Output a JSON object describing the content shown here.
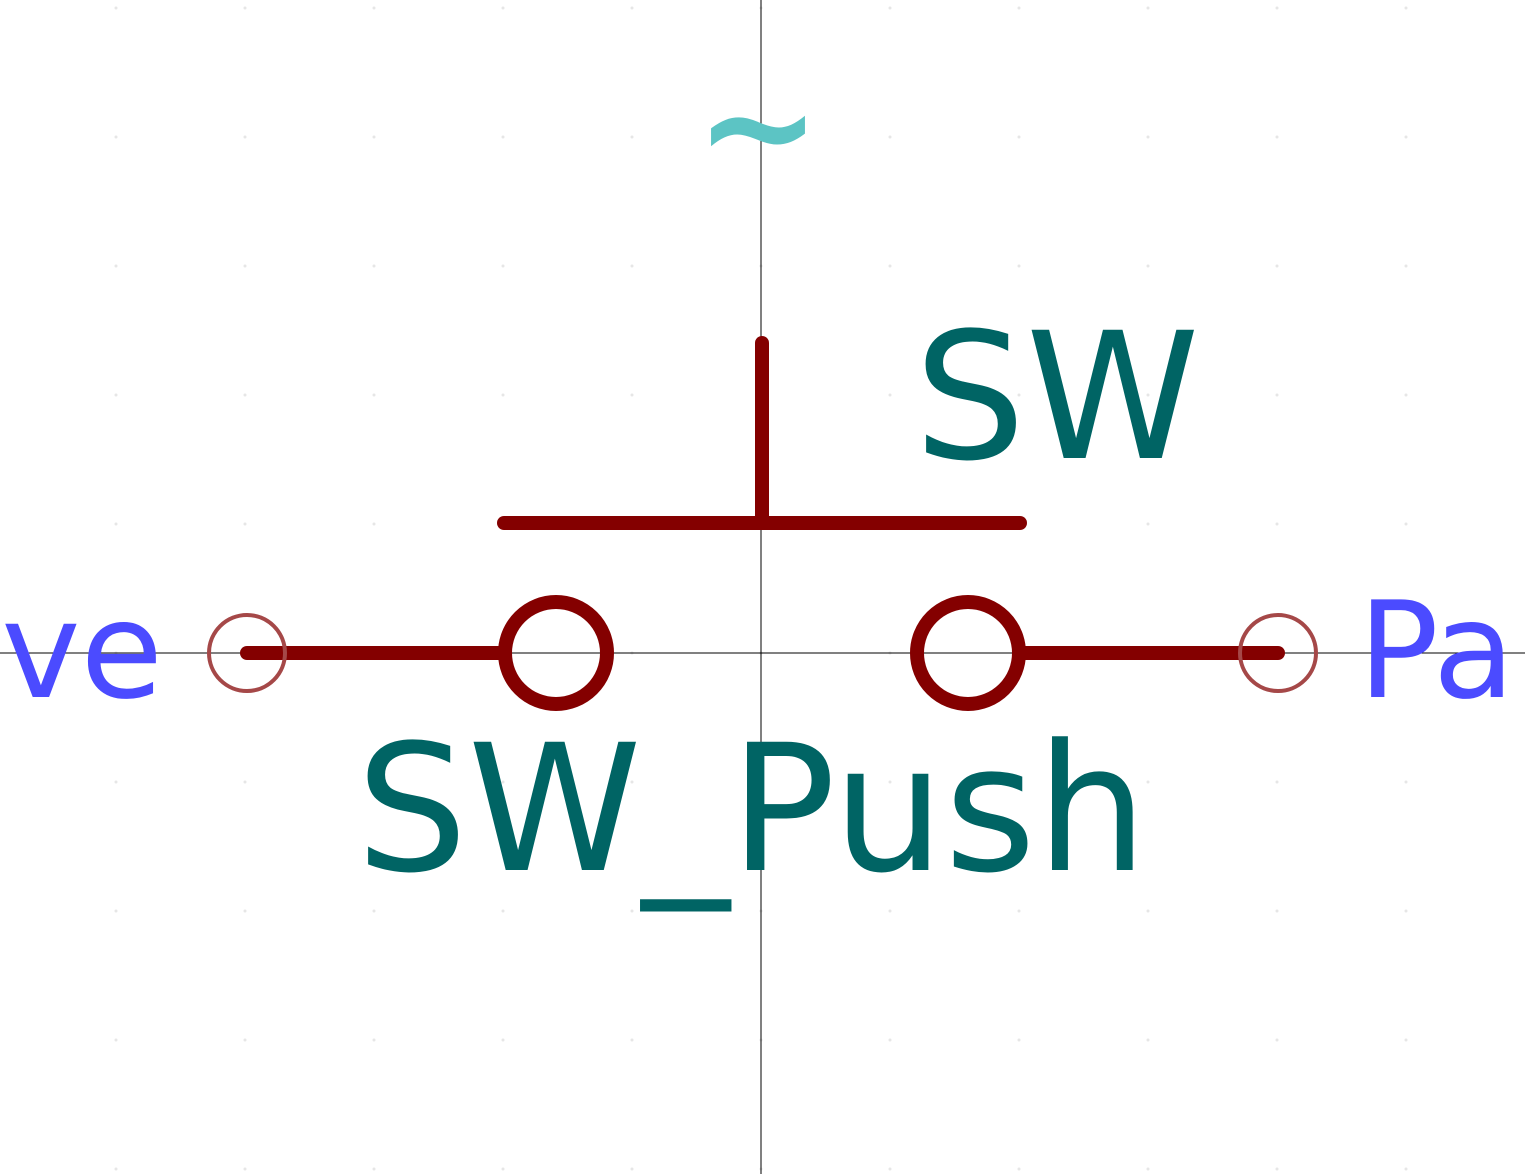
{
  "symbol": {
    "reference": "SW",
    "value": "SW_Push",
    "unit_marker": "~"
  },
  "pins": {
    "left_type_partial": "ive",
    "right_type_partial": "Pa"
  },
  "colors": {
    "background": "#FFFFFF",
    "body": "#840000",
    "pin_endpoint": "#A54848",
    "field_text": "#006464",
    "pin_text": "#4B4BFF",
    "unit_marker": "#5CC4C4",
    "axis": "#000000",
    "grid_dot": "#E6E6E6"
  }
}
